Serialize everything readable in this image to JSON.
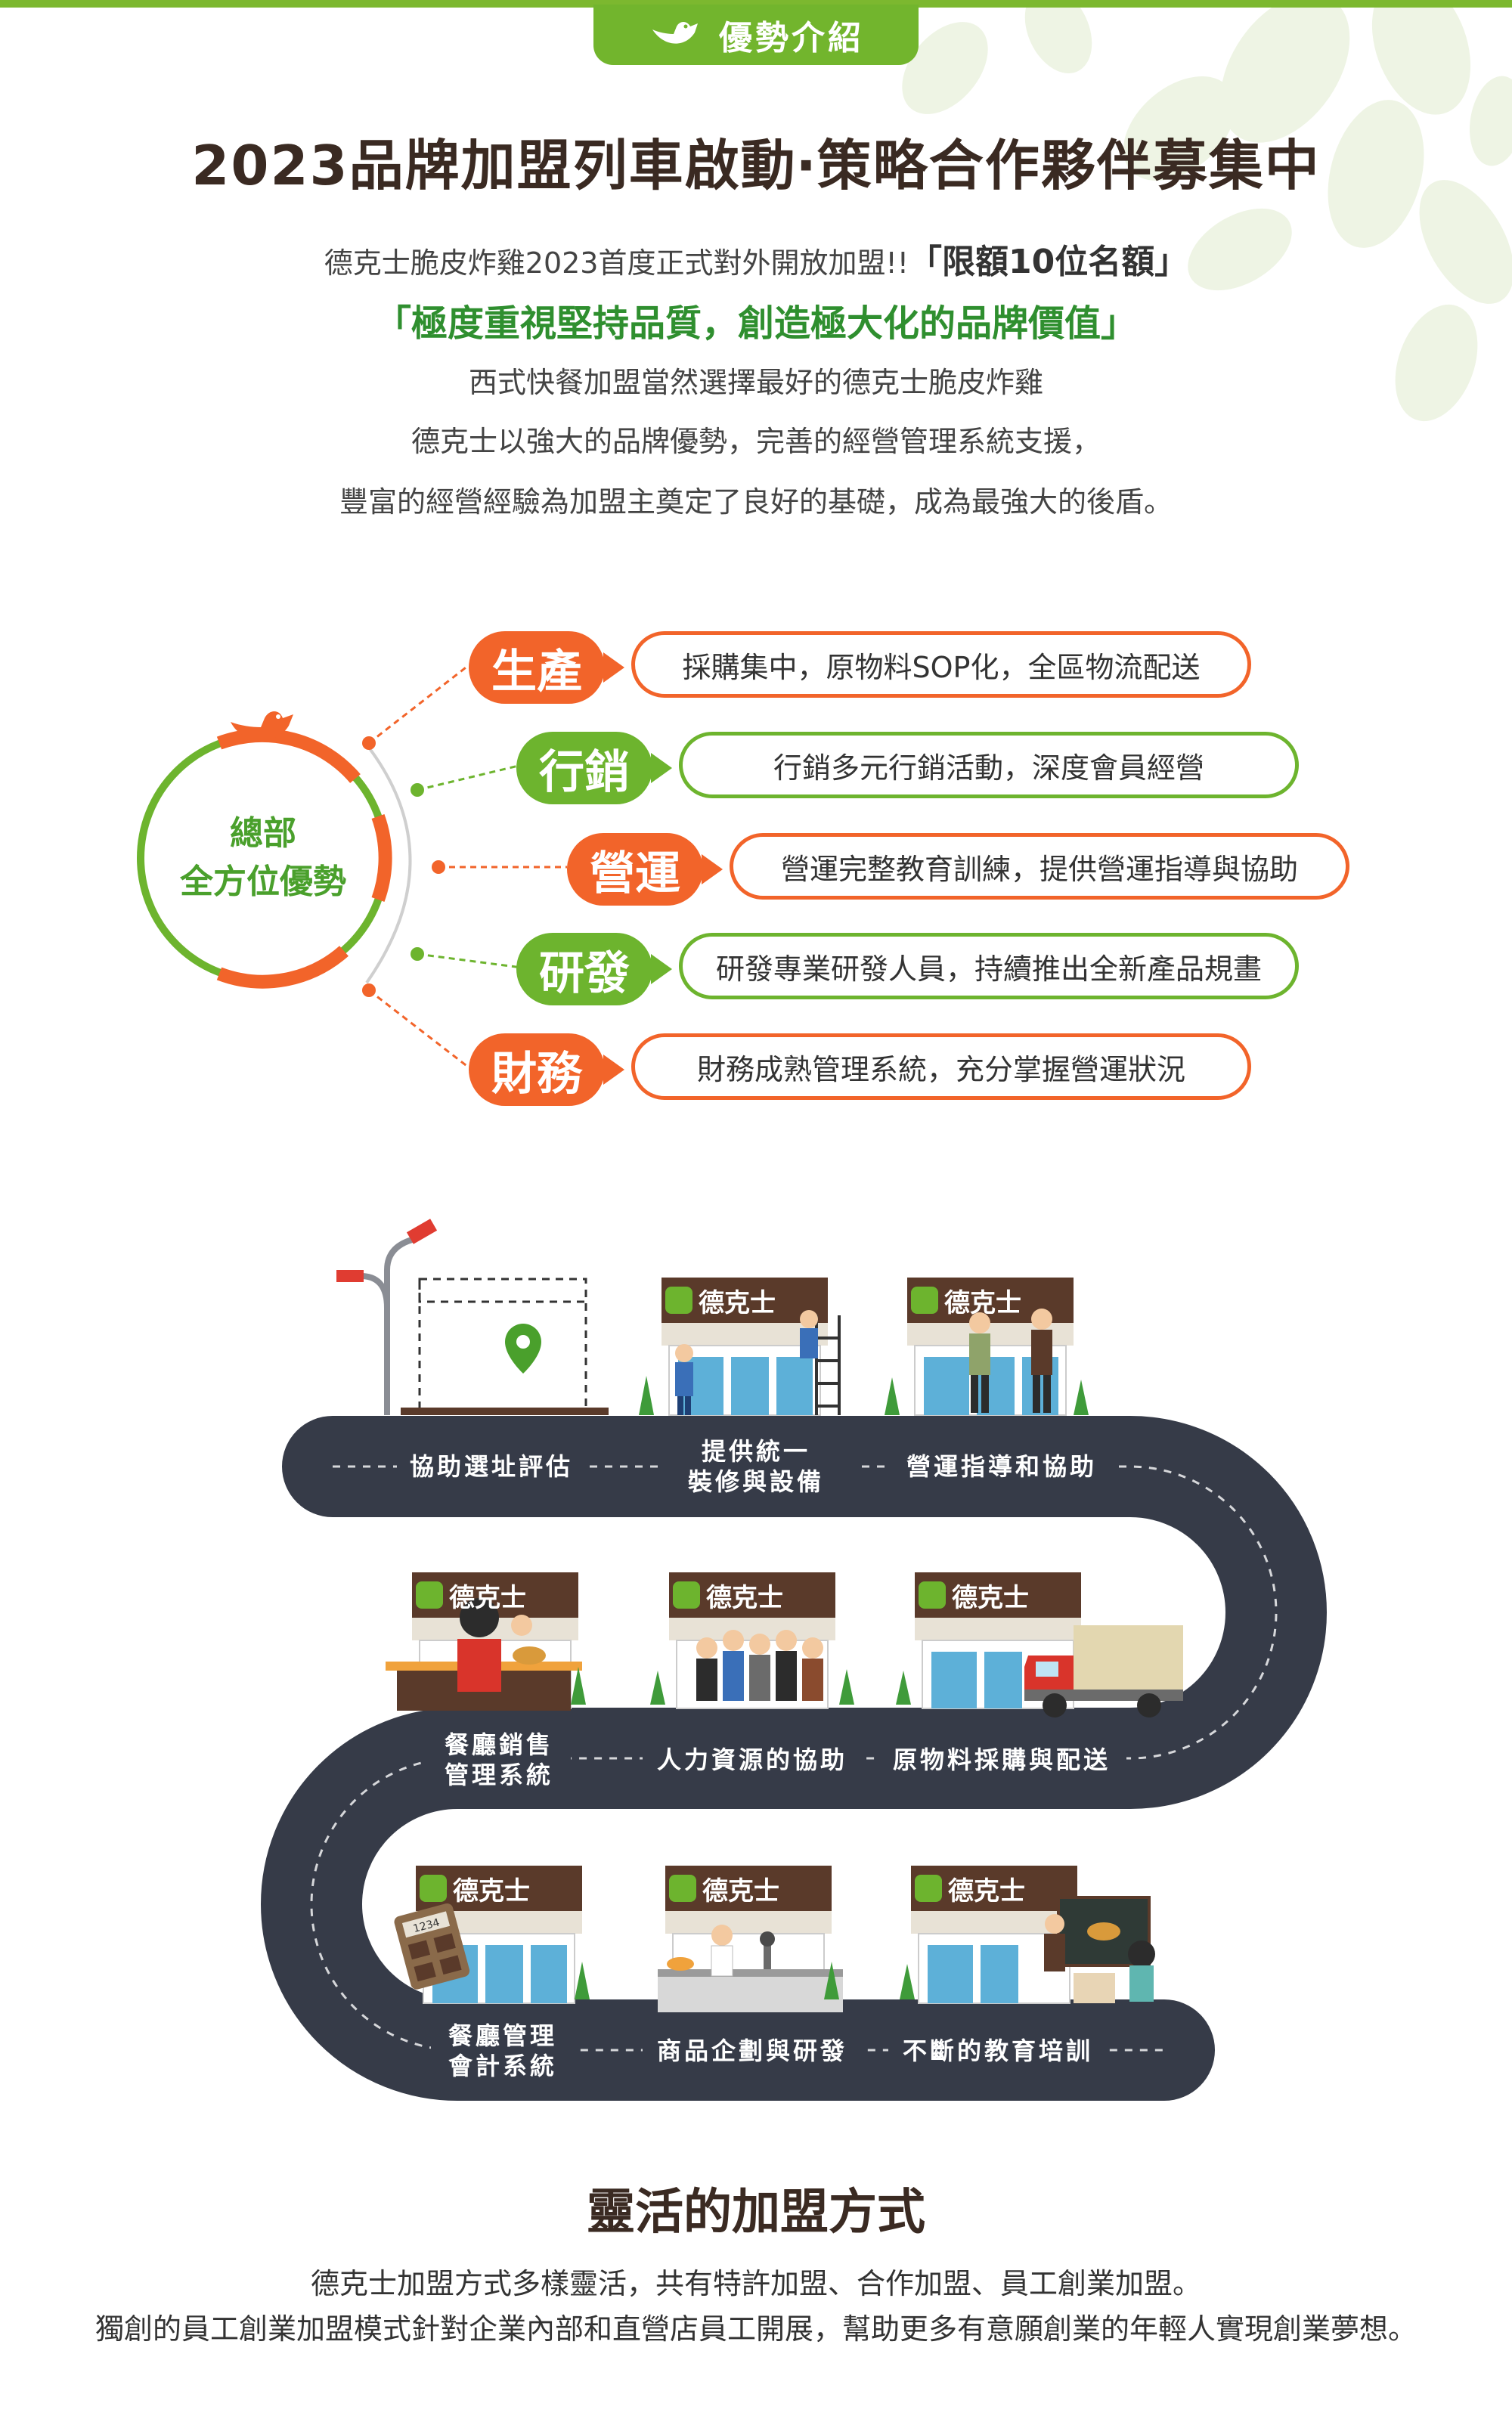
{
  "header": {
    "badge_label": "優勢介紹",
    "title": "2023品牌加盟列車啟動‧策略合作夥伴募集中"
  },
  "intro": {
    "line1_prefix": "德克士脆皮炸雞2023首度正式對外開放加盟!!",
    "line1_highlight": "「限額10位名額」",
    "line2": "「極度重視堅持品質，創造極大化的品牌價值」",
    "line3": "西式快餐加盟當然選擇最好的德克士脆皮炸雞",
    "line4": "德克士以強大的品牌優勢，完善的經營管理系統支援，",
    "line5": "豐富的經營經驗為加盟主奠定了良好的基礎，成為最強大的後盾。"
  },
  "hq": {
    "label_line1": "總部",
    "label_line2": "全方位優勢",
    "items": [
      {
        "name": "生產",
        "desc": "採購集中，原物料SOP化，全區物流配送",
        "color": "#f2642a"
      },
      {
        "name": "行銷",
        "desc": "行銷多元行銷活動，深度會員經營",
        "color": "#6db42e"
      },
      {
        "name": "營運",
        "desc": "營運完整教育訓練，提供營運指導與協助",
        "color": "#f2642a"
      },
      {
        "name": "研發",
        "desc": "研發專業研發人員，持續推出全新產品規畫",
        "color": "#6db42e"
      },
      {
        "name": "財務",
        "desc": "財務成熟管理系統，充分掌握營運狀況",
        "color": "#f2642a"
      }
    ]
  },
  "road": {
    "store_name": "德克士",
    "calculator_display": "1234",
    "steps": [
      {
        "label": "協助選址評估"
      },
      {
        "label_line1": "提供統一",
        "label_line2": "裝修與設備"
      },
      {
        "label": "營運指導和協助"
      },
      {
        "label_line1": "餐廳銷售",
        "label_line2": "管理系統"
      },
      {
        "label": "人力資源的協助"
      },
      {
        "label": "原物料採購與配送"
      },
      {
        "label_line1": "餐廳管理",
        "label_line2": "會計系統"
      },
      {
        "label": "商品企劃與研發"
      },
      {
        "label": "不斷的教育培訓"
      }
    ]
  },
  "flex": {
    "title": "靈活的加盟方式",
    "line1": "德克士加盟方式多樣靈活，共有特許加盟、合作加盟、員工創業加盟。",
    "line2": "獨創的員工創業加盟模式針對企業內部和直營店員工開展，幫助更多有意願創業的年輕人實現創業夢想。"
  },
  "colors": {
    "accent_green": "#6db42e",
    "accent_orange": "#f2642a",
    "road": "#363b48",
    "brand_brown": "#5a3a2a"
  }
}
